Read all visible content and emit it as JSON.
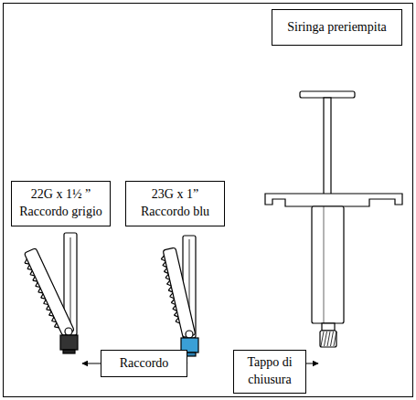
{
  "diagram": {
    "nodes": [
      {
        "text": [
          "Siringa preriempita"
        ]
      },
      {
        "text": [
          "22G x 1½ ”",
          "Raccordo grigio"
        ]
      },
      {
        "text": [
          "23G x 1”",
          "Raccordo blu"
        ]
      },
      {
        "text": [
          "Raccordo"
        ]
      },
      {
        "text": [
          "Tappo di chiusura"
        ]
      }
    ]
  }
}
